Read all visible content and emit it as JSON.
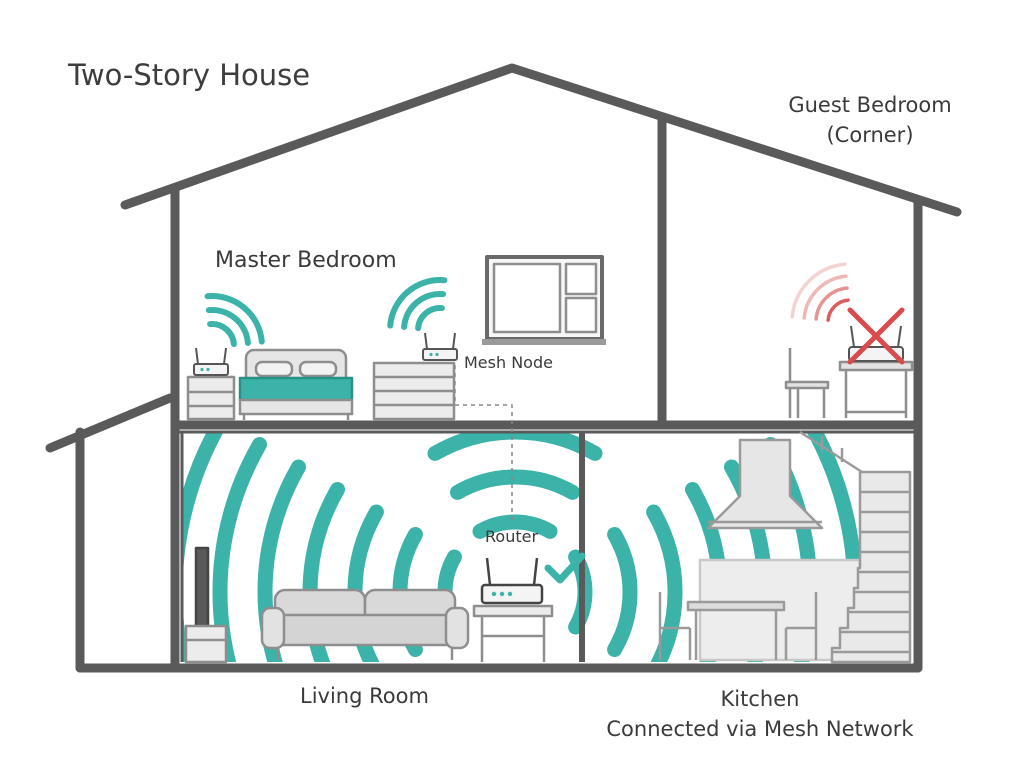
{
  "title": "Two-Story House",
  "rooms": {
    "master_bedroom": "Master Bedroom",
    "guest_bedroom_line1": "Guest Bedroom",
    "guest_bedroom_line2": "(Corner)",
    "living_room": "Living Room",
    "kitchen_line1": "Kitchen",
    "kitchen_line2": "Connected via Mesh Network"
  },
  "devices": {
    "mesh_node": "Mesh Node",
    "router": "Router"
  },
  "status": {
    "router": "connected",
    "guest_bedroom": "no-signal"
  },
  "icons": [
    "wifi-signal-icon",
    "checkmark-icon",
    "cross-icon",
    "router-icon",
    "mesh-node-icon"
  ],
  "colors": {
    "wall": "#5a5a5a",
    "signal_good": "#3bb3a9",
    "signal_bad": "#d94a4a",
    "furniture": "#d4d4d4",
    "furniture_line": "#8e8e8e"
  }
}
